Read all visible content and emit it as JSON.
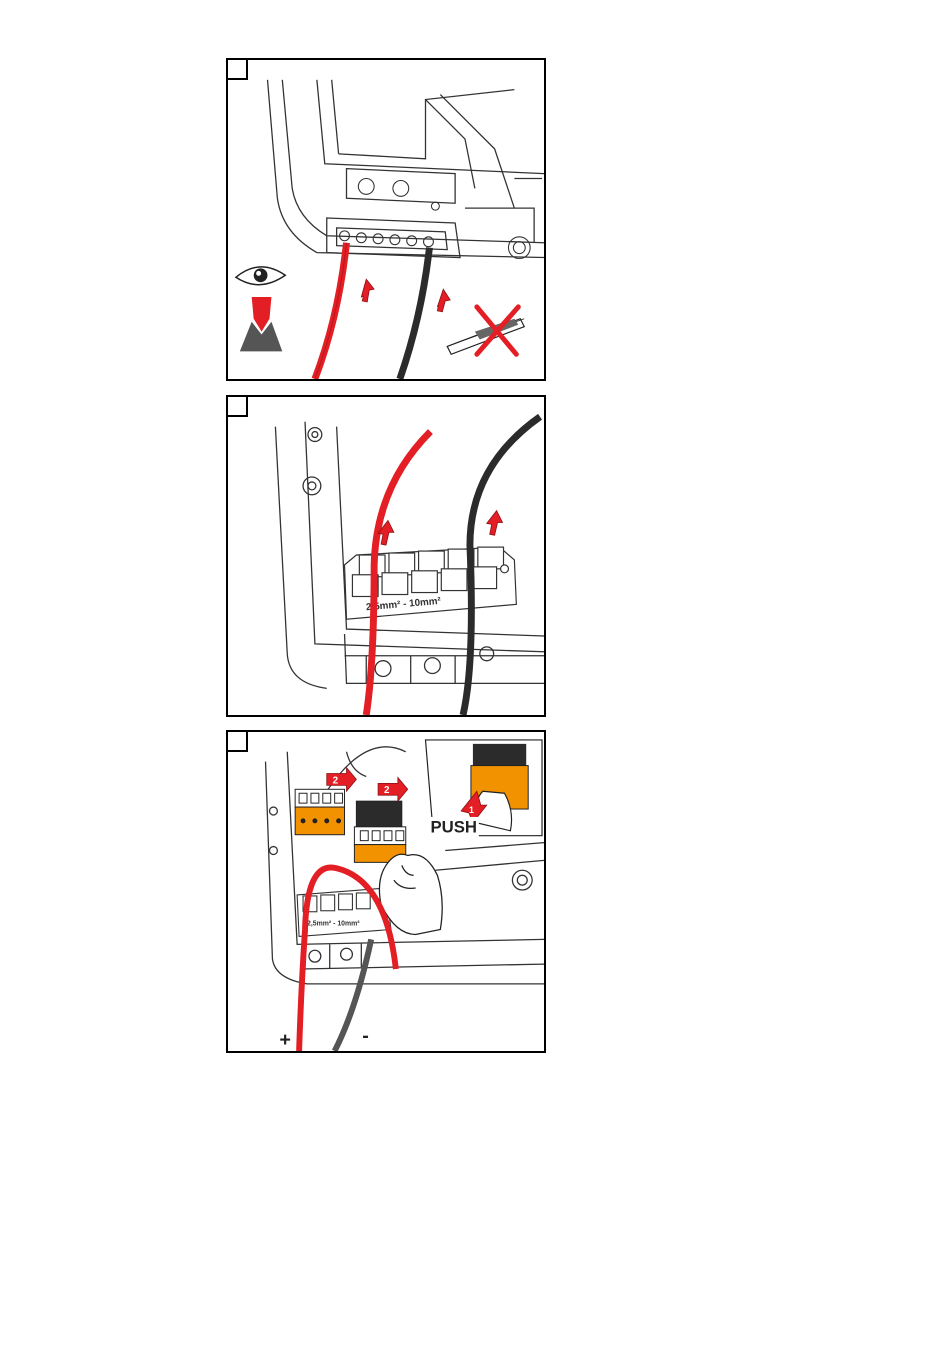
{
  "panels": [
    {
      "id": "panel-1",
      "step_label": ""
    },
    {
      "id": "panel-2",
      "step_label": "",
      "terminal_marking": "2,5mm² - 10mm²"
    },
    {
      "id": "panel-3",
      "step_label": "",
      "terminal_marking": "2,5mm² - 10mm²",
      "push_label": "PUSH",
      "callout_1": "1",
      "callout_2": "2",
      "plus_label": "+",
      "minus_label": "-"
    }
  ],
  "colors": {
    "red_wire": "#e31e24",
    "black_wire": "#2b2b2b",
    "orange_terminal": "#f39200",
    "line": "#333333"
  },
  "icons": [
    "eye-icon",
    "do-not-cut-icon",
    "push-arrow-icon"
  ]
}
